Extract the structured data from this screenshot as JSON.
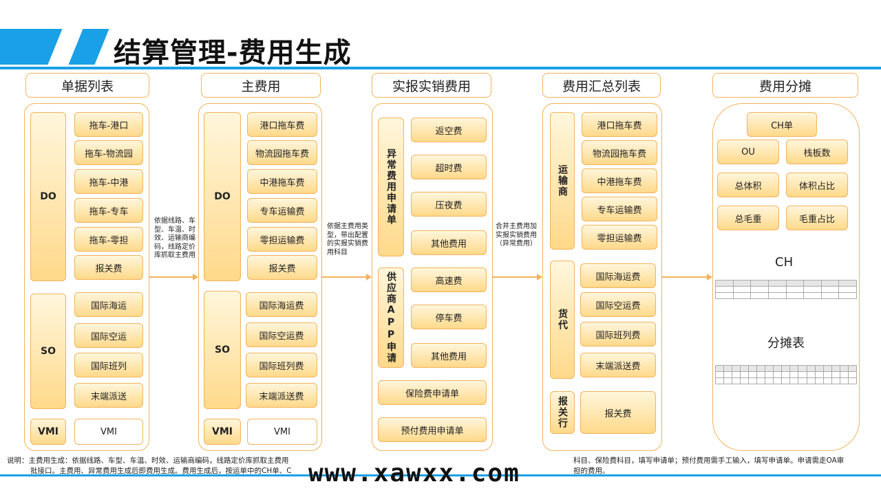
{
  "title": "结算管理-费用生成",
  "columns": [
    {
      "header": "单据列表"
    },
    {
      "header": "主费用"
    },
    {
      "header": "实报实销费用"
    },
    {
      "header": "费用汇总列表"
    },
    {
      "header": "费用分摊"
    }
  ],
  "doc_list": {
    "do_label": "DO",
    "do_items": [
      "拖车-港口",
      "拖车-物流园",
      "拖车-中港",
      "拖车-专车",
      "拖车-零担",
      "报关费"
    ],
    "so_label": "SO",
    "so_items": [
      "国际海运",
      "国际空运",
      "国际班列",
      "末端派送"
    ],
    "vmi_label": "VMI",
    "vmi_item": "VMI"
  },
  "main_fee": {
    "do_label": "DO",
    "do_items": [
      "港口拖车费",
      "物流园拖车费",
      "中港拖车费",
      "专车运输费",
      "零担运输费",
      "报关费"
    ],
    "so_label": "SO",
    "so_items": [
      "国际海运费",
      "国际空运费",
      "国际班列费",
      "末端派送费"
    ],
    "vmi_label": "VMI",
    "vmi_item": "VMI"
  },
  "actual_fee": {
    "abnormal_label": "异常费用申请单",
    "abnormal_items": [
      "返空费",
      "超时费",
      "压夜费",
      "其他费用"
    ],
    "app_label": "供应商APP申请",
    "app_items": [
      "高速费",
      "停车费",
      "其他费用"
    ],
    "insurance": "保险费申请单",
    "prepaid": "预付费用申请单"
  },
  "summary": {
    "carrier_label": "运输商",
    "carrier_items": [
      "港口拖车费",
      "物流园拖车费",
      "中港拖车费",
      "专车运输费",
      "零担运输费"
    ],
    "forwarder_label": "货代",
    "forwarder_items": [
      "国际海运费",
      "国际空运费",
      "国际班列费",
      "末端派送费"
    ],
    "broker_label": "报关行",
    "broker_item": "报关费"
  },
  "allocation": {
    "ch_bill": "CH单",
    "ou": "OU",
    "pallets": "栈板数",
    "total_volume": "总体积",
    "volume_ratio": "体积占比",
    "total_weight": "总毛重",
    "weight_ratio": "毛重占比",
    "ch_title": "CH",
    "alloc_title": "分摊表"
  },
  "notes": {
    "n1": "依据线路、车型、车温、时效、运输商编码，线路定价库抓取主费用",
    "n2": "依据主费用类型，带出配置的实报实销费用科目",
    "n3": "合并主费用加实报实销费用（异常费用）"
  },
  "footer": {
    "left_line1": "说明：主费用生成：依据线路、车型、车温、时效、运输商编码，线路定价库抓取主费用",
    "left_line2": "批接口。主费用、异常费用生成后即费用生成。费用生成后，按运单中的CH单、C",
    "right_line1": "科目、保险费科目，填写申请单；预付费用需手工输入，填写申请单。申请需走OA审",
    "right_line2": "担的费用。"
  },
  "watermark": "www.xawxx.com",
  "colors": {
    "accent": "#1aa0e6",
    "box_border": "#f2b25a",
    "box_fill": "#ffd98a"
  }
}
